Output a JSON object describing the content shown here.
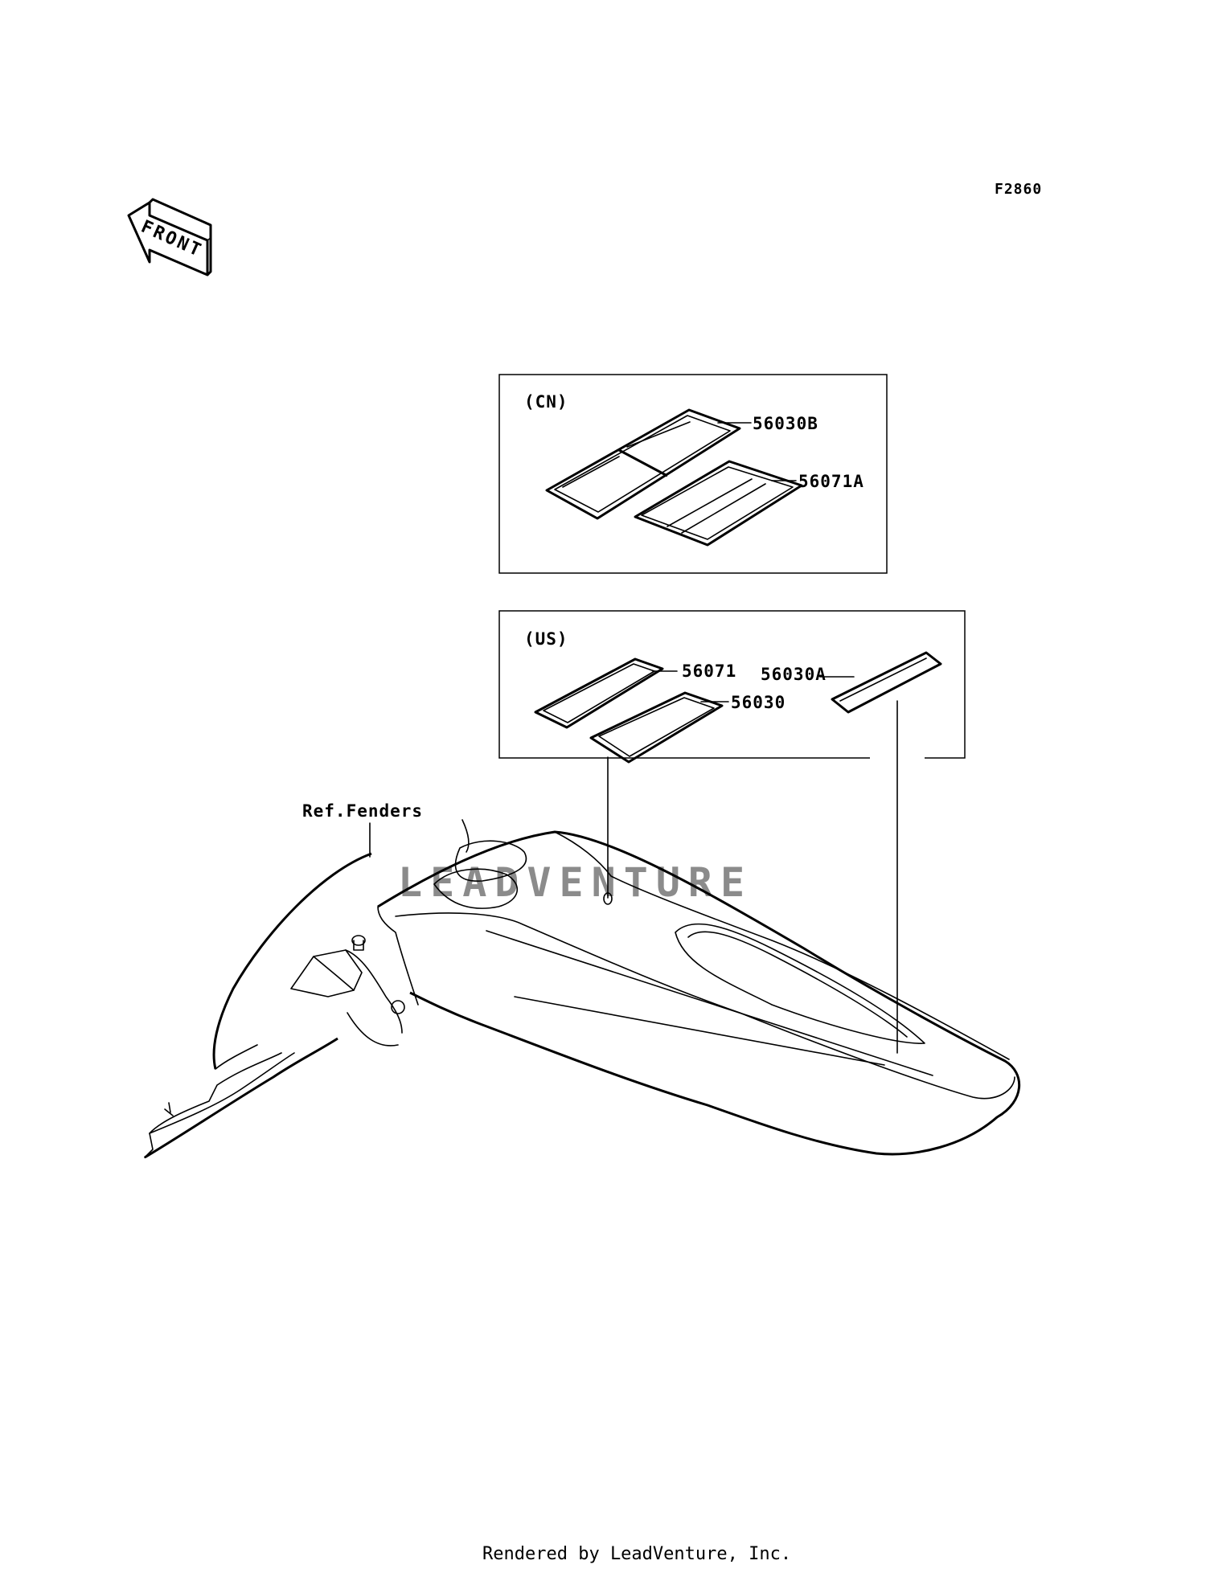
{
  "figure_id": "F2860",
  "front_marker": "FRONT",
  "region_cn": "(CN)",
  "region_us": "(US)",
  "parts": {
    "p56030B": "56030B",
    "p56071A": "56071A",
    "p56071": "56071",
    "p56030": "56030",
    "p56030A": "56030A"
  },
  "reference": "Ref.Fenders",
  "watermark": "LEADVENTURE",
  "footer": "Rendered by LeadVenture, Inc.",
  "colors": {
    "line": "#000000",
    "background": "#ffffff",
    "watermark": "#cfcfcf"
  }
}
